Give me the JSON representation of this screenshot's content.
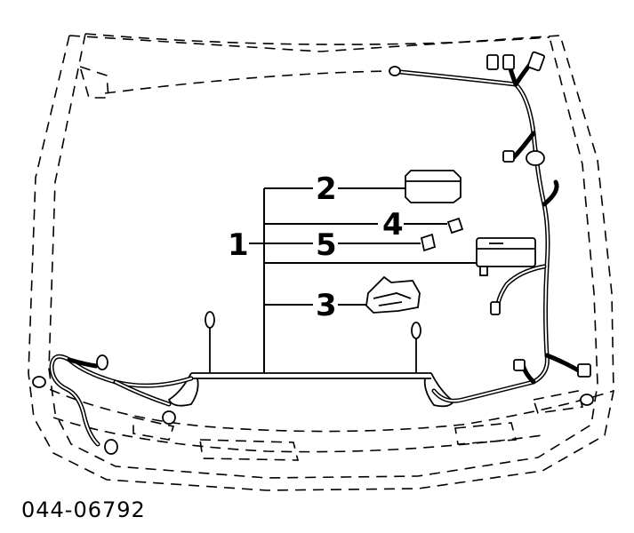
{
  "diagram": {
    "callouts": [
      "1",
      "2",
      "3",
      "4",
      "5"
    ],
    "part_code": "044-06792"
  }
}
